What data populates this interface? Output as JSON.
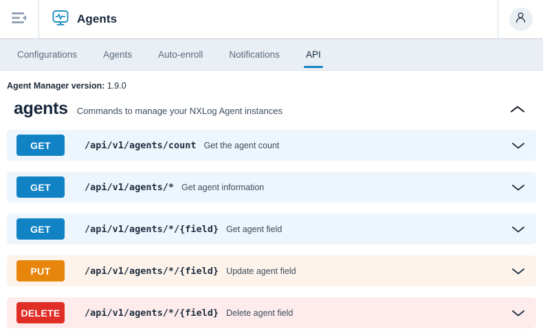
{
  "header": {
    "menu_icon": "collapse-sidebar-icon",
    "app_icon": "monitor-pulse-icon",
    "title": "Agents",
    "avatar_icon": "user-icon"
  },
  "tabs": [
    {
      "label": "Configurations",
      "active": false
    },
    {
      "label": "Agents",
      "active": false
    },
    {
      "label": "Auto-enroll",
      "active": false
    },
    {
      "label": "Notifications",
      "active": false
    },
    {
      "label": "API",
      "active": true
    }
  ],
  "version": {
    "key": "Agent Manager version:",
    "value": "1.9.0"
  },
  "section": {
    "title": "agents",
    "subtitle": "Commands to manage your NXLog Agent instances",
    "expanded": true,
    "collapse_icon": "chevron-up-icon"
  },
  "operations": [
    {
      "method": "GET",
      "kind": "get",
      "path": "/api/v1/agents/count",
      "description": "Get the agent count",
      "expand_icon": "chevron-down-icon"
    },
    {
      "method": "GET",
      "kind": "get",
      "path": "/api/v1/agents/*",
      "description": "Get agent information",
      "expand_icon": "chevron-down-icon"
    },
    {
      "method": "GET",
      "kind": "get",
      "path": "/api/v1/agents/*/{field}",
      "description": "Get agent field",
      "expand_icon": "chevron-down-icon"
    },
    {
      "method": "PUT",
      "kind": "put",
      "path": "/api/v1/agents/*/{field}",
      "description": "Update agent field",
      "expand_icon": "chevron-down-icon"
    },
    {
      "method": "DELETE",
      "kind": "delete",
      "path": "/api/v1/agents/*/{field}",
      "description": "Delete agent field",
      "expand_icon": "chevron-down-icon"
    }
  ],
  "colors": {
    "get": "#1183c4",
    "put": "#e8850c",
    "delete": "#e02d26",
    "accent": "#1183c4",
    "tabbar_bg": "#eaeff5"
  }
}
